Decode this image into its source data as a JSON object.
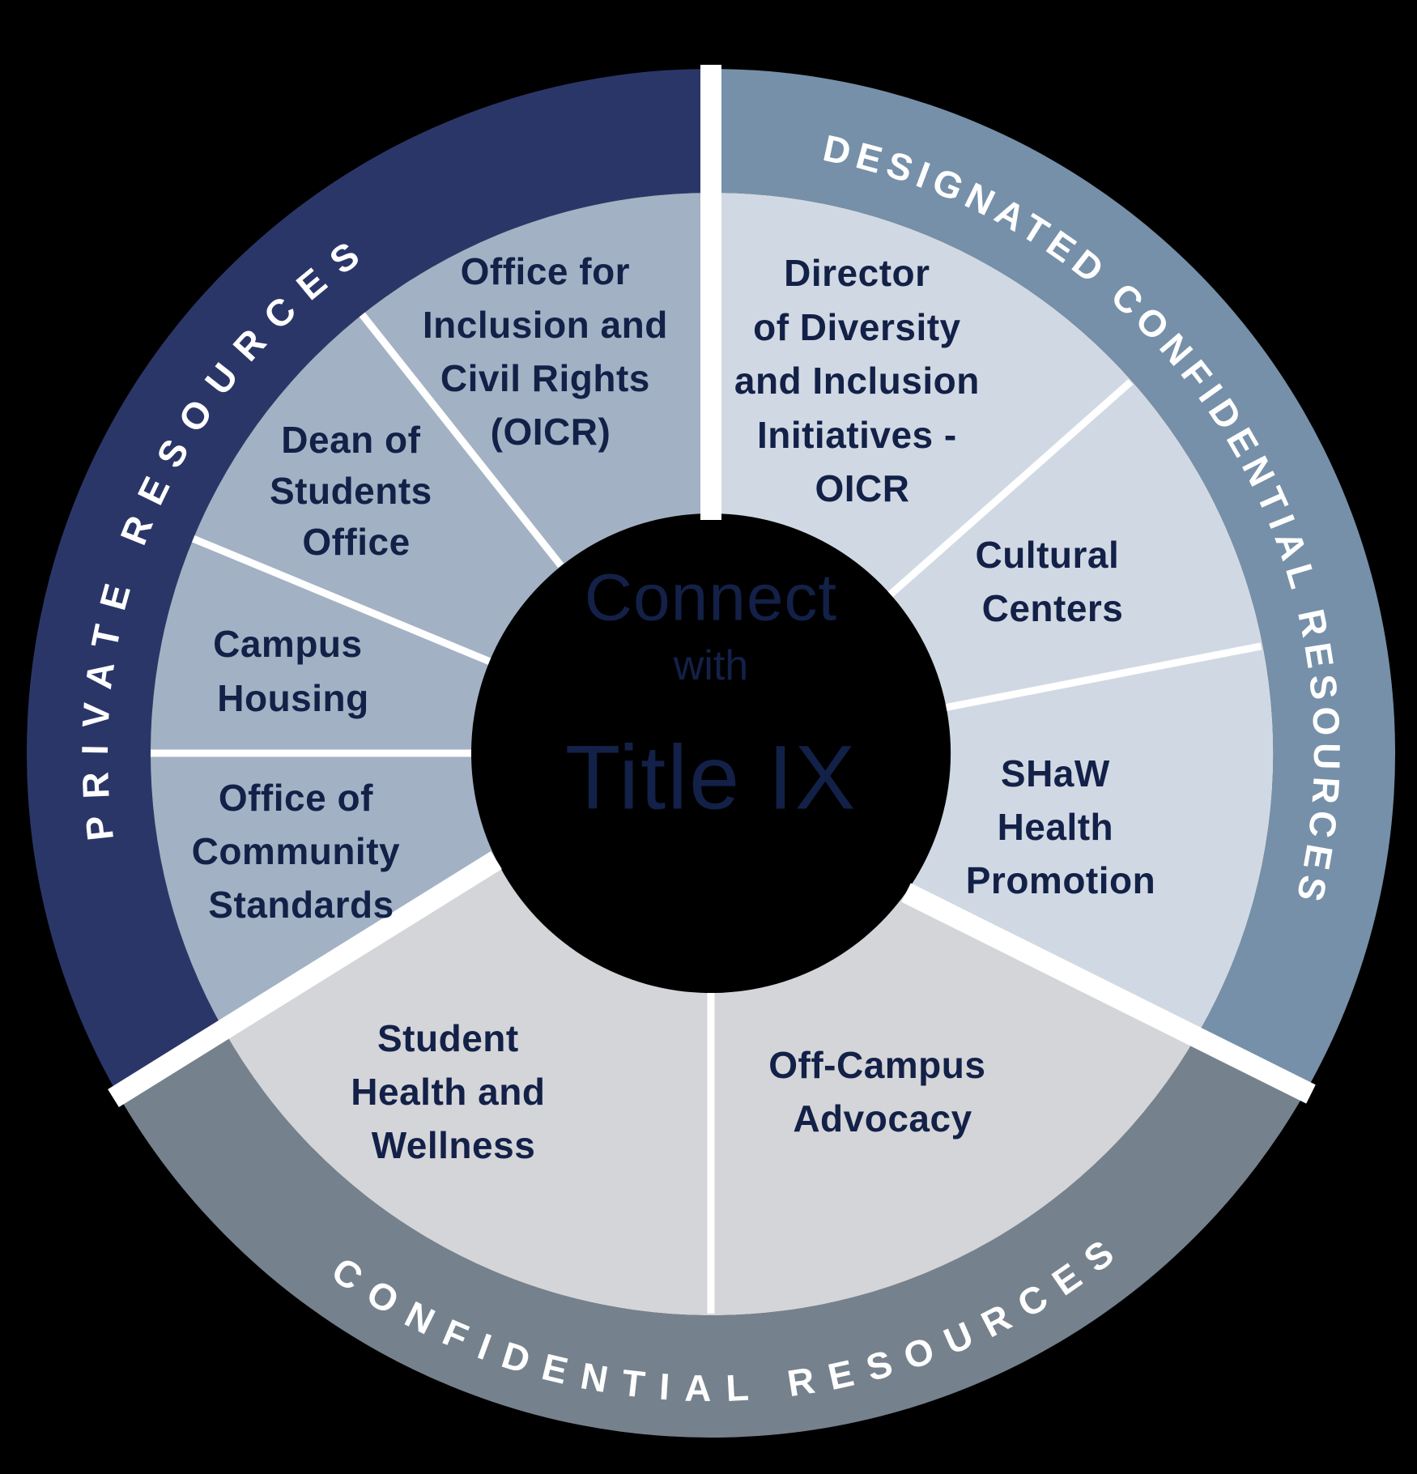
{
  "diagram_title": "Connect with Title IX",
  "colors": {
    "background": "#000000",
    "private_ring": "#2b3668",
    "private_wedge": "#a2b2c4",
    "designated_ring": "#7690a9",
    "designated_wedge": "#d0d9e3",
    "confidential_ring": "#75828d",
    "confidential_wedge": "#d4d5d8",
    "divider": "#ffffff",
    "wedge_text": "#132148",
    "ring_text": "#ffffff"
  },
  "center": {
    "line1": "Connect",
    "line2": "with",
    "line3": "Title IX"
  },
  "groups": [
    {
      "id": "private",
      "ring_label": "PRIVATE RESOURCES",
      "ring_color": "#2b3668",
      "wedge_color": "#a2b2c4",
      "wedges": [
        {
          "name": "Office for Inclusion and Civil Rights (OICR)",
          "lines": [
            "Office for",
            "Inclusion and",
            "Civil Rights",
            "(OICR)"
          ]
        },
        {
          "name": "Dean of Students Office",
          "lines": [
            "Dean of",
            "Students",
            "Office"
          ]
        },
        {
          "name": "Campus Housing",
          "lines": [
            "Campus",
            "Housing"
          ]
        },
        {
          "name": "Office of Community Standards",
          "lines": [
            "Office of",
            "Community",
            "Standards"
          ]
        }
      ]
    },
    {
      "id": "designated-confidential",
      "ring_label": "DESIGNATED CONFIDENTIAL RESOURCES",
      "ring_color": "#7690a9",
      "wedge_color": "#d0d9e3",
      "wedges": [
        {
          "name": "Director of Diversity and Inclusion Initiatives - OICR",
          "lines": [
            "Director",
            "of Diversity",
            "and Inclusion",
            "Initiatives -",
            "OICR"
          ]
        },
        {
          "name": "Cultural Centers",
          "lines": [
            "Cultural",
            "Centers"
          ]
        },
        {
          "name": "SHaW Health Promotion",
          "lines": [
            "SHaW",
            "Health",
            "Promotion"
          ]
        }
      ]
    },
    {
      "id": "confidential",
      "ring_label": "CONFIDENTIAL RESOURCES",
      "ring_color": "#75828d",
      "wedge_color": "#d4d5d8",
      "wedges": [
        {
          "name": "Student Health and Wellness",
          "lines": [
            "Student",
            "Health and",
            "Wellness"
          ]
        },
        {
          "name": "Off-Campus Advocacy",
          "lines": [
            "Off-Campus",
            "Advocacy"
          ]
        }
      ]
    }
  ]
}
